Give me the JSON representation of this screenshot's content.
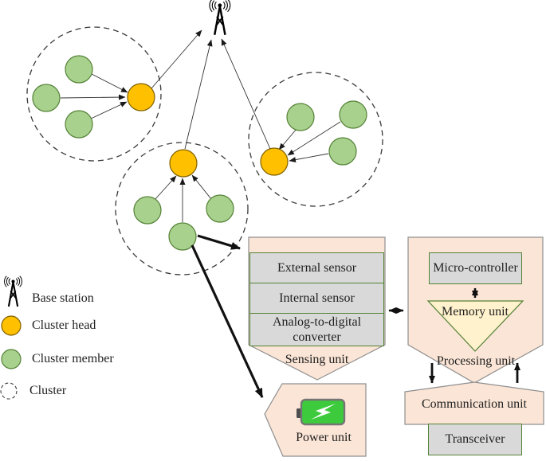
{
  "legend": {
    "items": [
      {
        "id": "base-station",
        "label": "Base station"
      },
      {
        "id": "cluster-head",
        "label": "Cluster head"
      },
      {
        "id": "cluster-member",
        "label": "Cluster member"
      },
      {
        "id": "cluster",
        "label": "Cluster"
      }
    ]
  },
  "network": {
    "base_station_count": 1,
    "clusters": [
      {
        "cluster_head_count": 1,
        "cluster_member_count": 3
      },
      {
        "cluster_head_count": 1,
        "cluster_member_count": 3
      },
      {
        "cluster_head_count": 1,
        "cluster_member_count": 3
      }
    ]
  },
  "sensor_node": {
    "sensing_unit": {
      "label": "Sensing unit",
      "components": [
        "External sensor",
        "Internal sensor",
        "Analog-to-digital converter"
      ]
    },
    "processing_unit": {
      "label": "Processing unit",
      "components": [
        "Micro-controller",
        "Memory unit"
      ]
    },
    "communication_unit": {
      "label": "Communication unit",
      "components": [
        "Transceiver"
      ]
    },
    "power_unit": {
      "label": "Power unit",
      "icon": "battery-icon"
    }
  },
  "colors": {
    "cluster_head": "#FFC000",
    "cluster_member": "#A9D18E",
    "unit_fill": "#FBE5D6",
    "component_fill": "#D9D9D9",
    "component_border": "#538135",
    "memory_fill": "#FFF2CC",
    "battery_green": "#3DCB3D"
  }
}
